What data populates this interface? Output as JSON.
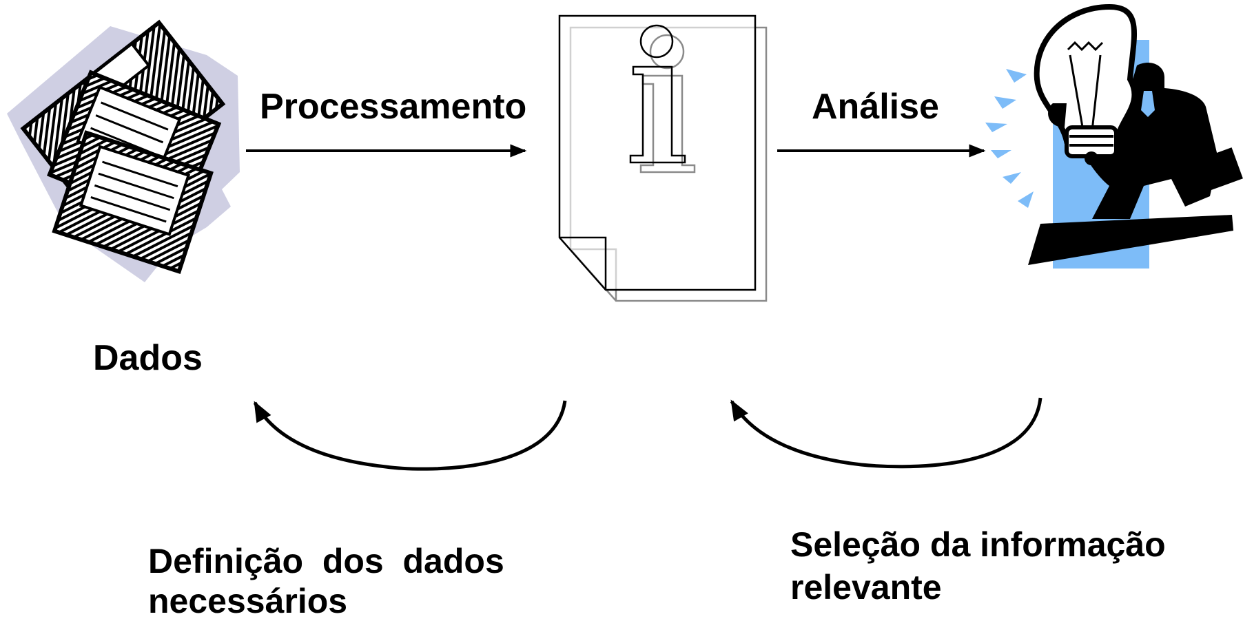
{
  "diagram": {
    "labels": {
      "processing": "Processamento",
      "analysis": "Análise",
      "data": "Dados",
      "definition_line1": "Definição  dos  dados",
      "definition_line2": "necessários",
      "selection_line1": "Seleção da informação",
      "selection_line2": "relevante"
    },
    "icons": {
      "data": "floppy-disks-icon",
      "information": "information-document-icon",
      "knowledge": "businessman-lightbulb-icon"
    },
    "colors": {
      "disk_shadow": "#cfcfe3",
      "accent_blue": "#7dbcf8",
      "ink": "#000000",
      "doc_shadow": "#8a8a8a"
    }
  }
}
